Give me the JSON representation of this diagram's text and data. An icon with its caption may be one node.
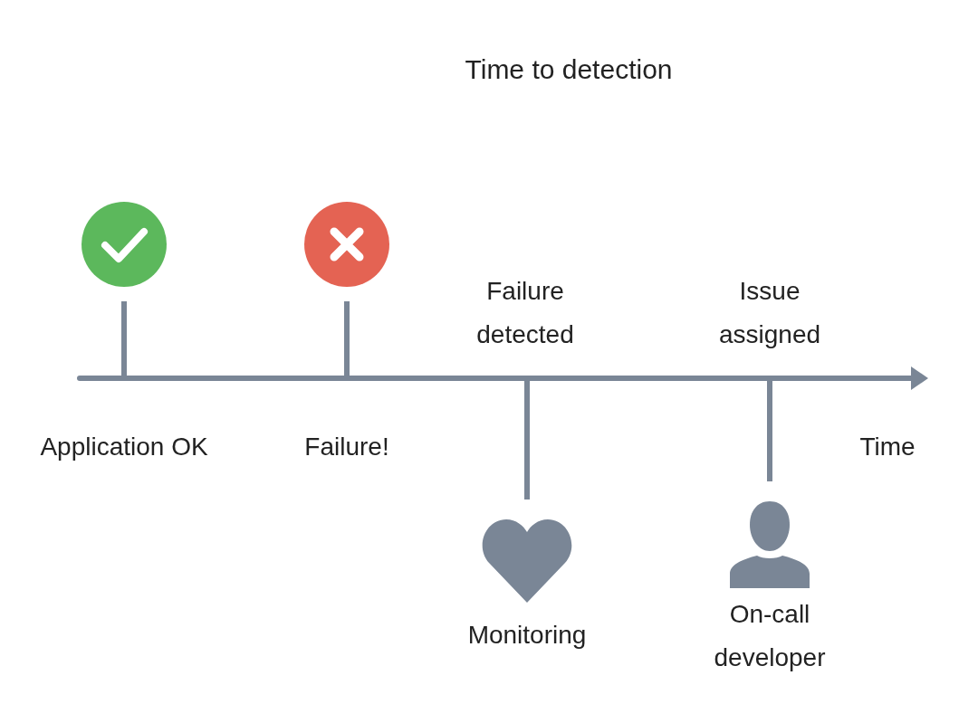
{
  "diagram": {
    "title": "Time to detection",
    "nodes": [
      {
        "text": [],
        "shape": "circle"
      },
      {
        "text": [],
        "shape": "circle"
      },
      {
        "text": [],
        "shape": "heart",
        "beside": [
          "Monitoring"
        ]
      },
      {
        "text": [],
        "shape": "person",
        "beside": [
          "On-call developer"
        ]
      }
    ],
    "edges": [
      {
        "from": 0,
        "to": null,
        "arrow": "none"
      },
      {
        "from": 1,
        "to": null,
        "arrow": "none"
      },
      {
        "from": null,
        "to": 2,
        "arrow": "none"
      },
      {
        "from": null,
        "to": 3,
        "arrow": "none"
      }
    ],
    "labels": [
      "Failure detected",
      "Issue assigned",
      "Application OK",
      "Failure!",
      "Time"
    ]
  }
}
